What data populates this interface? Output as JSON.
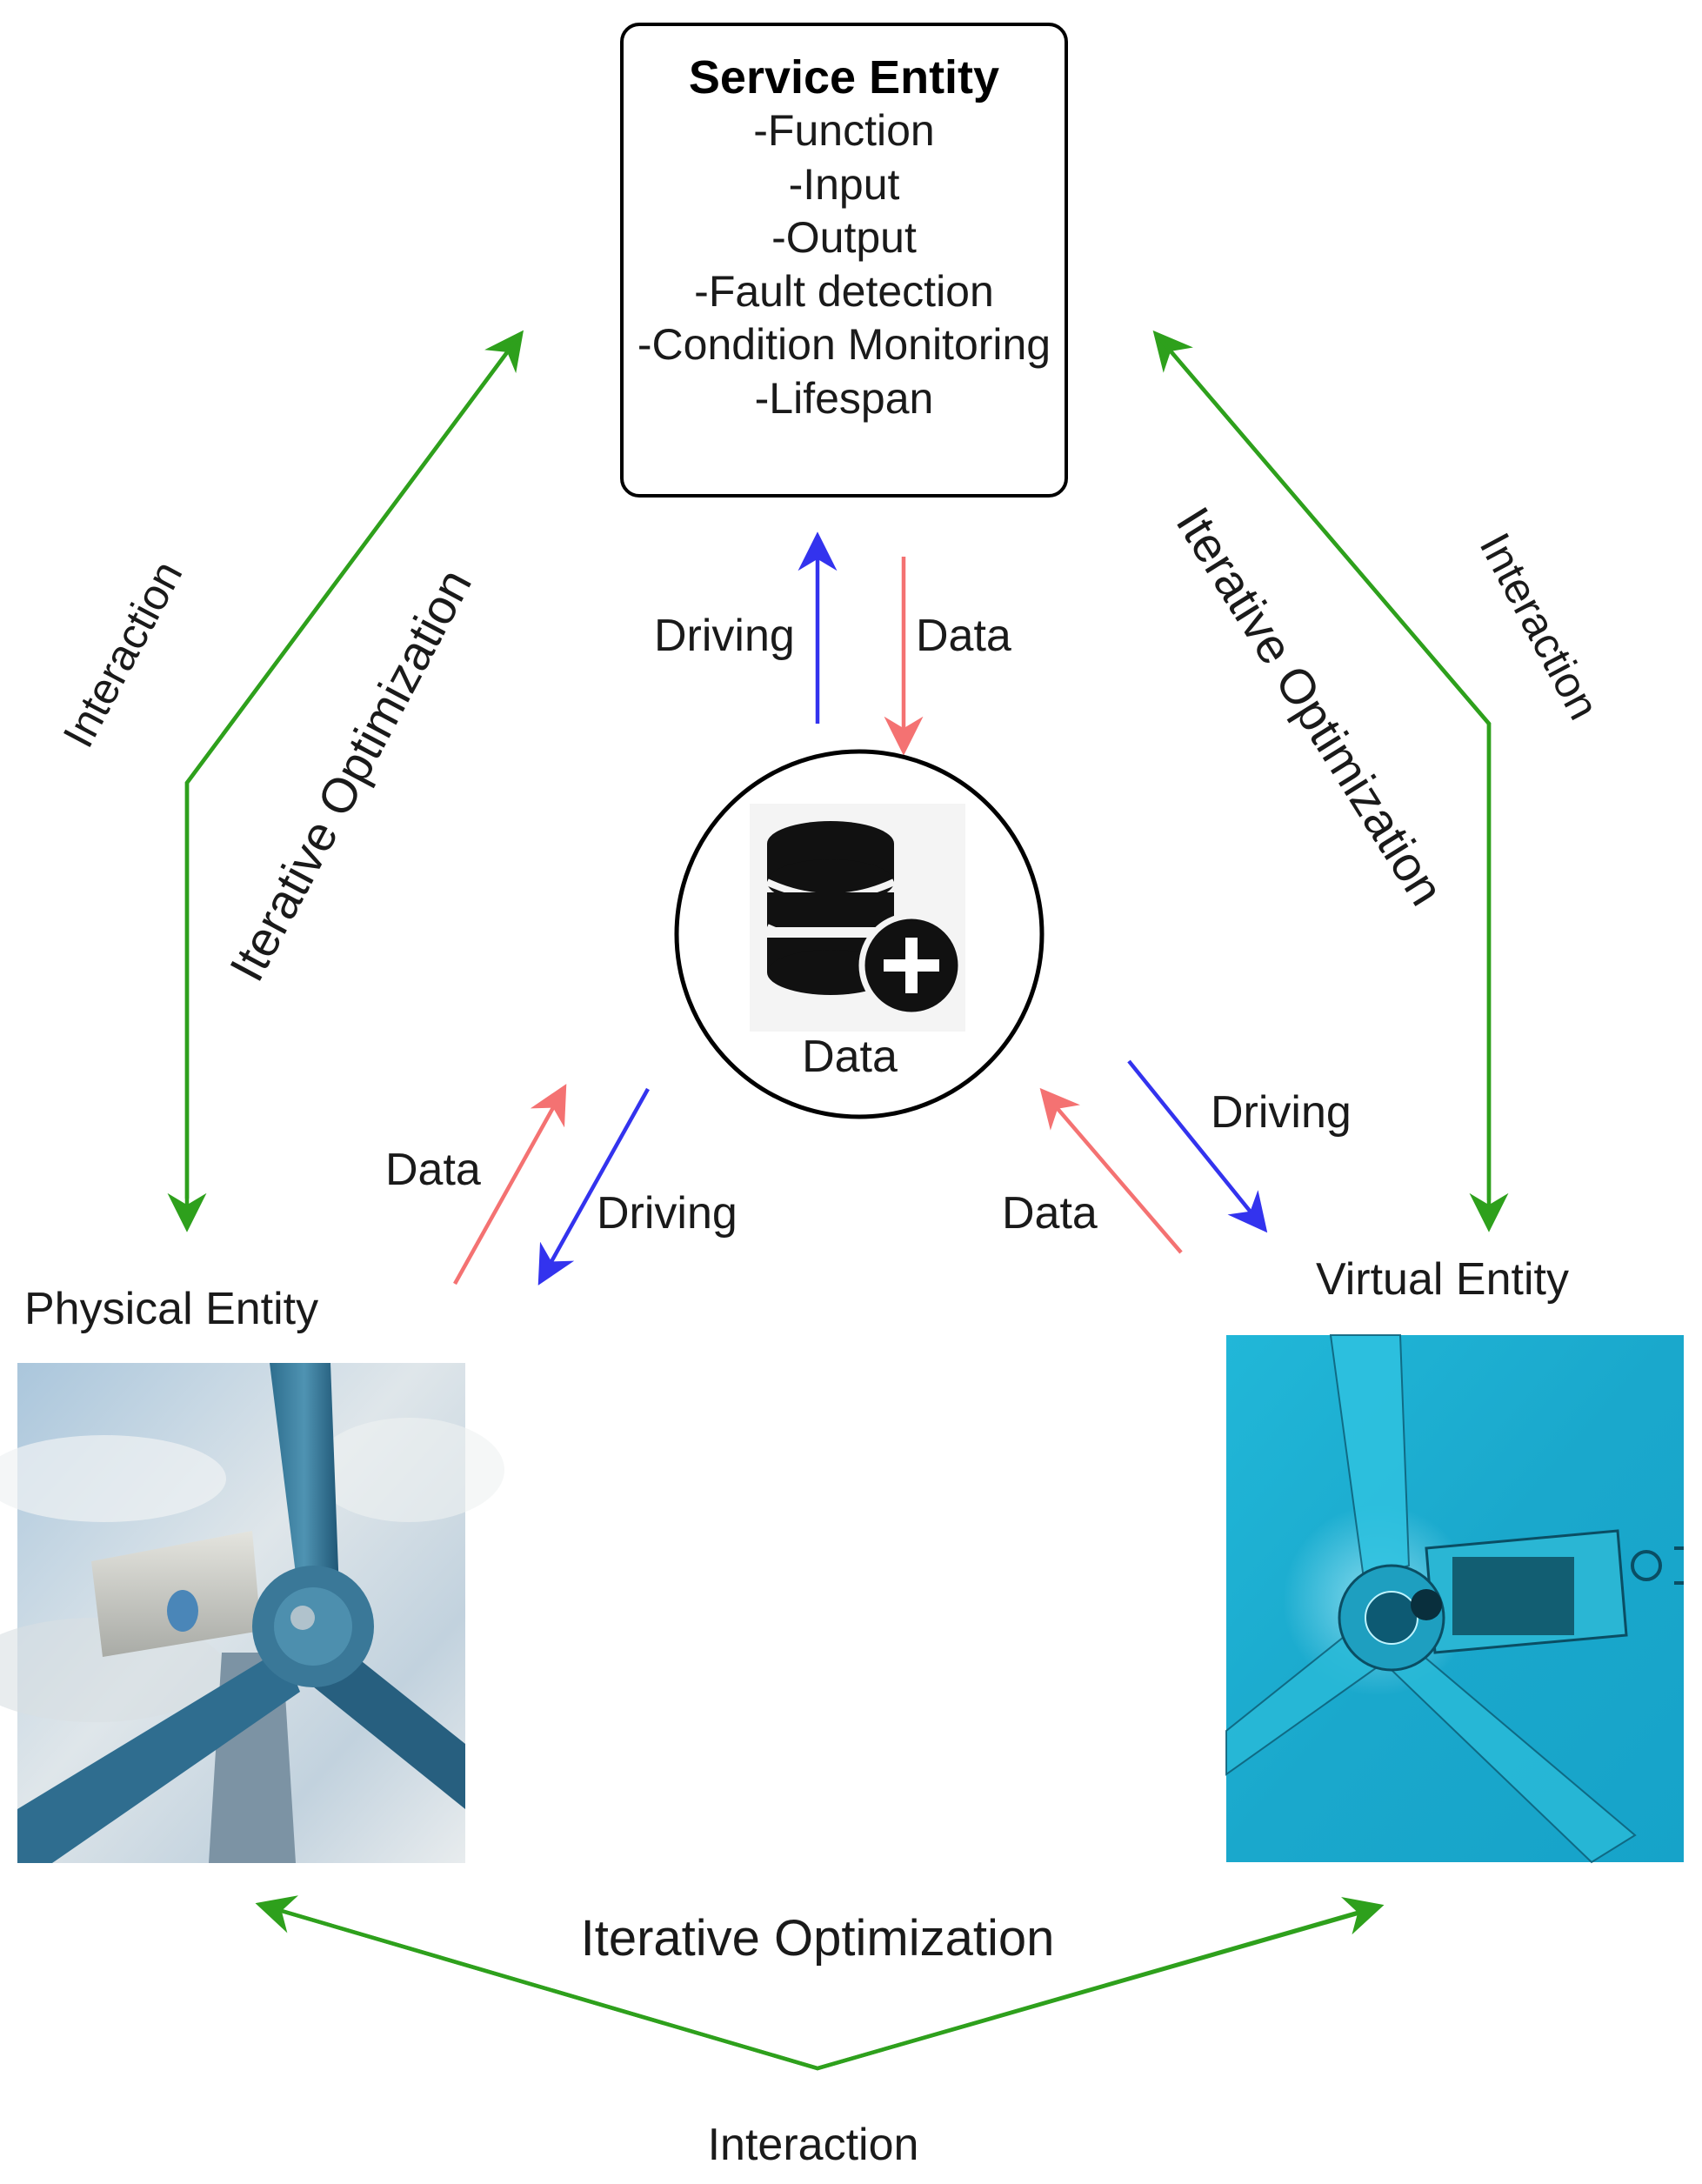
{
  "service_entity": {
    "title": "Service Entity",
    "items": [
      "-Function",
      "-Input",
      "-Output",
      "-Fault detection",
      "-Condition Monitoring",
      "-Lifespan"
    ]
  },
  "data_hub": {
    "label": "Data",
    "icon": "database-plus-icon"
  },
  "physical_entity": {
    "label": "Physical Entity",
    "image": "wind-turbine-photo"
  },
  "virtual_entity": {
    "label": "Virtual Entity",
    "image": "wind-turbine-digital-model"
  },
  "edges": {
    "service_to_hub_driving": "Driving",
    "service_to_hub_data": "Data",
    "hub_to_physical_data": "Data",
    "hub_to_physical_driving": "Driving",
    "hub_to_virtual_driving": "Driving",
    "hub_to_virtual_data": "Data",
    "left_interaction": "Interaction",
    "left_iterative": "Iterative Optimization",
    "right_interaction": "Interaction",
    "right_iterative": "Iterative Optimization",
    "bottom_iterative": "Iterative Optimization",
    "bottom_interaction": "Interaction"
  },
  "colors": {
    "driving": "#3333ee",
    "data": "#f47272",
    "interaction": "#2ea01c",
    "outline": "#000000"
  }
}
